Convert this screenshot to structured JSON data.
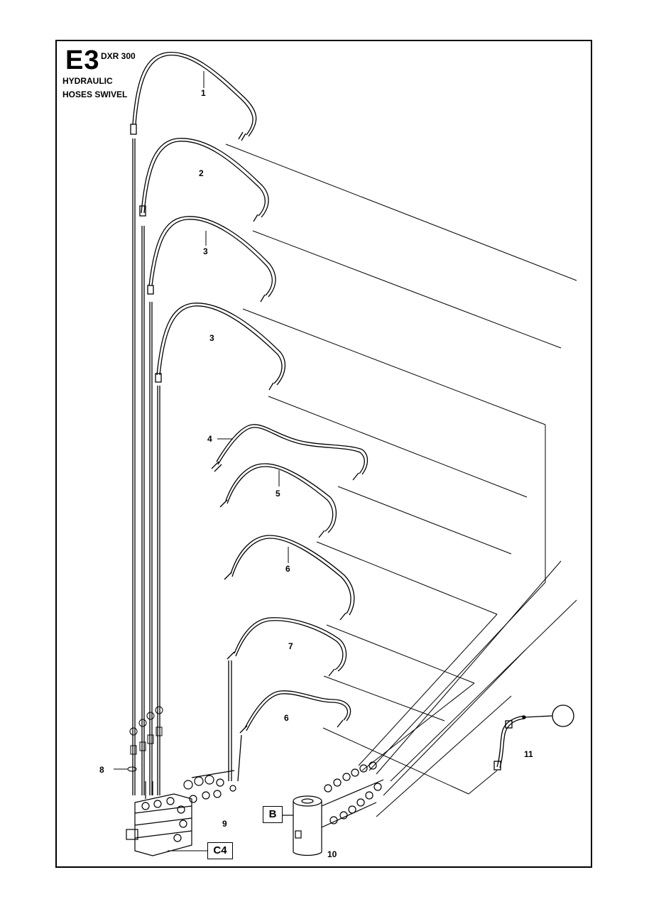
{
  "header": {
    "code": "E3",
    "model": "DXR 300",
    "title_lines": [
      "HYDRAULIC",
      "HOSES SWIVEL"
    ]
  },
  "callouts": {
    "p1": "1",
    "p2": "2",
    "p3a": "3",
    "p3b": "3",
    "p4": "4",
    "p5": "5",
    "p6a": "6",
    "p6b": "6",
    "p7": "7",
    "p8": "8",
    "p9": "9",
    "p10": "10",
    "p11": "11"
  },
  "ref_boxes": {
    "b": "B",
    "c4": "C4"
  },
  "colors": {
    "line": "#000000",
    "background": "#ffffff"
  }
}
